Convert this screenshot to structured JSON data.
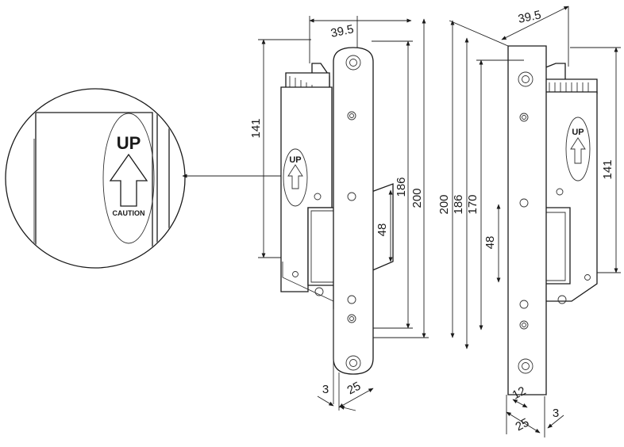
{
  "dimensions": {
    "left": {
      "width_top": "39.5",
      "height_141": "141",
      "height_186": "186",
      "height_200": "200",
      "height_48": "48",
      "width_25": "25",
      "offset_3": "3"
    },
    "right": {
      "width_top": "39.5",
      "height_200": "200",
      "height_186": "186",
      "height_170": "170",
      "height_141": "141",
      "height_48": "48",
      "offset_12": "12",
      "width_25": "25",
      "offset_3": "3"
    }
  },
  "label": {
    "up": "UP",
    "caution": "CAUTION"
  }
}
